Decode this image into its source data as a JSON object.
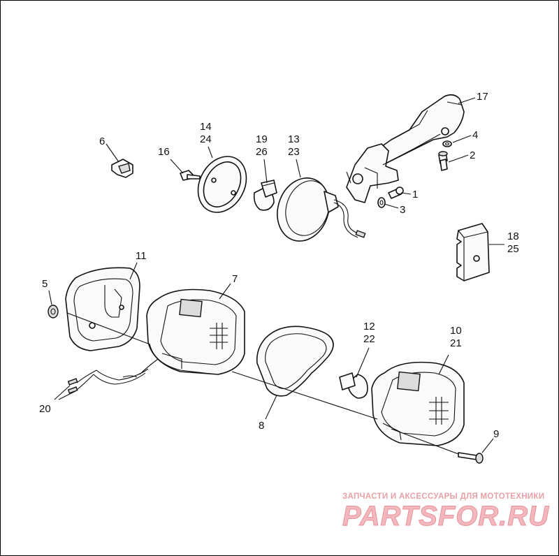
{
  "diagram": {
    "callouts": [
      {
        "id": "c17",
        "text": "17"
      },
      {
        "id": "c4",
        "text": "4"
      },
      {
        "id": "c2",
        "text": "2"
      },
      {
        "id": "c1",
        "text": "1"
      },
      {
        "id": "c3",
        "text": "3"
      },
      {
        "id": "c6",
        "text": "6"
      },
      {
        "id": "c16",
        "text": "16"
      },
      {
        "id": "c14",
        "text": "14"
      },
      {
        "id": "c24",
        "text": "24"
      },
      {
        "id": "c19",
        "text": "19"
      },
      {
        "id": "c26",
        "text": "26"
      },
      {
        "id": "c13",
        "text": "13"
      },
      {
        "id": "c23",
        "text": "23"
      },
      {
        "id": "c18",
        "text": "18"
      },
      {
        "id": "c25",
        "text": "25"
      },
      {
        "id": "c11",
        "text": "11"
      },
      {
        "id": "c5",
        "text": "5"
      },
      {
        "id": "c7",
        "text": "7"
      },
      {
        "id": "c12",
        "text": "12"
      },
      {
        "id": "c22",
        "text": "22"
      },
      {
        "id": "c10",
        "text": "10"
      },
      {
        "id": "c21",
        "text": "21"
      },
      {
        "id": "c20",
        "text": "20"
      },
      {
        "id": "c8",
        "text": "8"
      },
      {
        "id": "c9",
        "text": "9"
      }
    ]
  },
  "watermark": {
    "subtitle": "ЗАПЧАСТИ И АКСЕССУАРЫ ДЛЯ МОТОТЕХНИКИ",
    "brand": "PARTSFOR.RU"
  }
}
